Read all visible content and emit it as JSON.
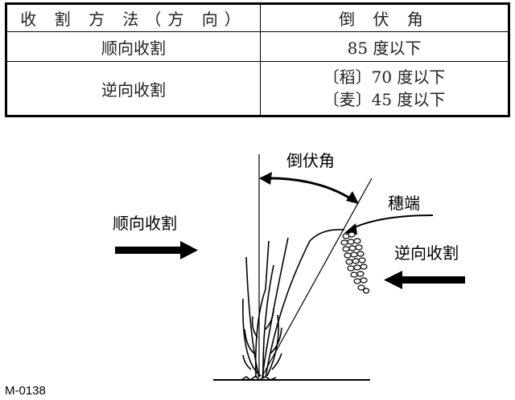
{
  "table": {
    "header": {
      "method": "收 割 方 法（方 向）",
      "angle": "倒 伏 角"
    },
    "rows": [
      {
        "method": "顺向收割",
        "angle_lines": [
          "85 度以下"
        ]
      },
      {
        "method": "逆向收割",
        "angle_lines": [
          "〔稻〕70 度以下",
          "〔麦〕45 度以下"
        ]
      }
    ]
  },
  "diagram": {
    "angle_label": "倒伏角",
    "tip_label": "穗端",
    "forward_label": "顺向收割",
    "reverse_label": "逆向收割"
  },
  "figure_code": "M-0138"
}
